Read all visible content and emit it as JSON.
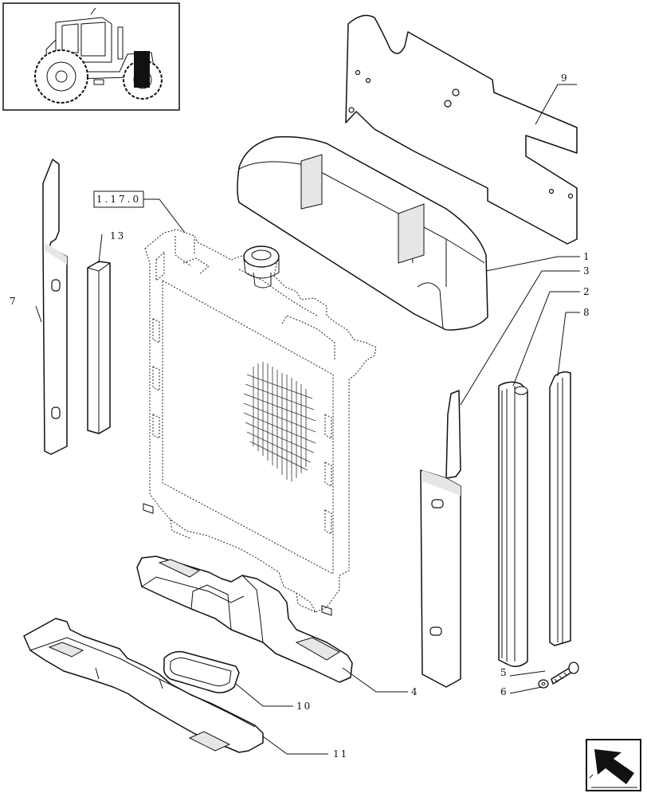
{
  "reference_label": "1.17.0",
  "callouts": [
    {
      "id": "1",
      "text": "1"
    },
    {
      "id": "2",
      "text": "2"
    },
    {
      "id": "3",
      "text": "3"
    },
    {
      "id": "4",
      "text": "4"
    },
    {
      "id": "5",
      "text": "5"
    },
    {
      "id": "6",
      "text": "6"
    },
    {
      "id": "7",
      "text": "7"
    },
    {
      "id": "8",
      "text": "8"
    },
    {
      "id": "9",
      "text": "9"
    },
    {
      "id": "10",
      "text": "10"
    },
    {
      "id": "11",
      "text": "11"
    },
    {
      "id": "13",
      "text": "13"
    }
  ],
  "icons": {
    "thumbnail": "tractor-thumbnail-icon",
    "navigation": "back-arrow-icon"
  }
}
